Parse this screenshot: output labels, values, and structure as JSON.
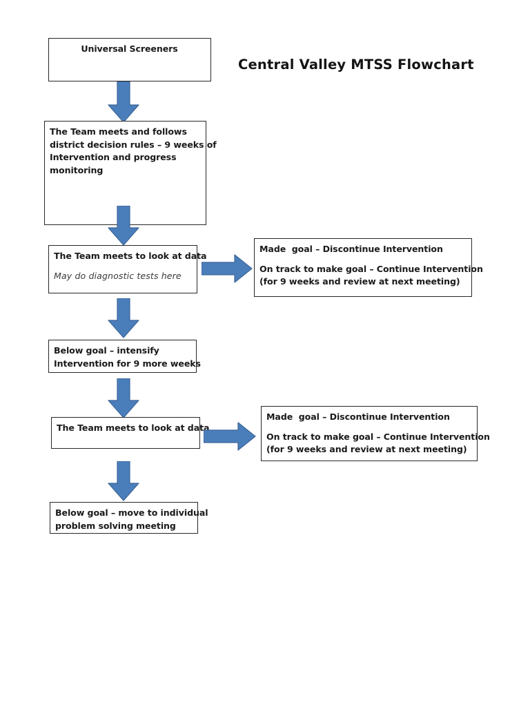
{
  "title": "Central Valley MTSS Flowchart",
  "theme": {
    "arrow_fill": "#4a7ebb",
    "arrow_stroke": "#3c6596",
    "box_border": "#262626",
    "box_fill": "#ffffff",
    "text_color": "#1a1a1a"
  },
  "nodes": {
    "universal_screeners": {
      "lines": [
        "Universal Screeners"
      ]
    },
    "team_meets_follows": {
      "lines": [
        "The Team meets and follows",
        "district decision rules – 9 weeks of",
        "Intervention and progress",
        "monitoring"
      ]
    },
    "team_meets_data_1": {
      "heading": "The Team meets to look at data",
      "note": "May do diagnostic tests here"
    },
    "outcome_1": {
      "line_1": "Made  goal – Discontinue Intervention",
      "line_2": "On track to make goal – Continue Intervention",
      "line_3": "(for 9 weeks and review at next meeting)"
    },
    "below_goal_intensify": {
      "lines": [
        "Below goal – intensify",
        "Intervention for 9 more weeks"
      ]
    },
    "team_meets_data_2": {
      "heading": "The Team meets to look at data"
    },
    "outcome_2": {
      "line_1": "Made  goal – Discontinue Intervention",
      "line_2": "On track to make goal – Continue Intervention",
      "line_3": "(for 9 weeks and review at next meeting)"
    },
    "below_goal_move": {
      "lines": [
        "Below goal – move to individual",
        "problem solving meeting"
      ]
    }
  },
  "connectors": [
    {
      "name": "arrow-screeners-to-team",
      "direction": "down"
    },
    {
      "name": "arrow-team-to-data-1",
      "direction": "down"
    },
    {
      "name": "arrow-data-1-to-outcome-1",
      "direction": "right"
    },
    {
      "name": "arrow-data-1-to-intensify",
      "direction": "down"
    },
    {
      "name": "arrow-intensify-to-data-2",
      "direction": "down"
    },
    {
      "name": "arrow-data-2-to-outcome-2",
      "direction": "right"
    },
    {
      "name": "arrow-data-2-to-move",
      "direction": "down"
    }
  ]
}
